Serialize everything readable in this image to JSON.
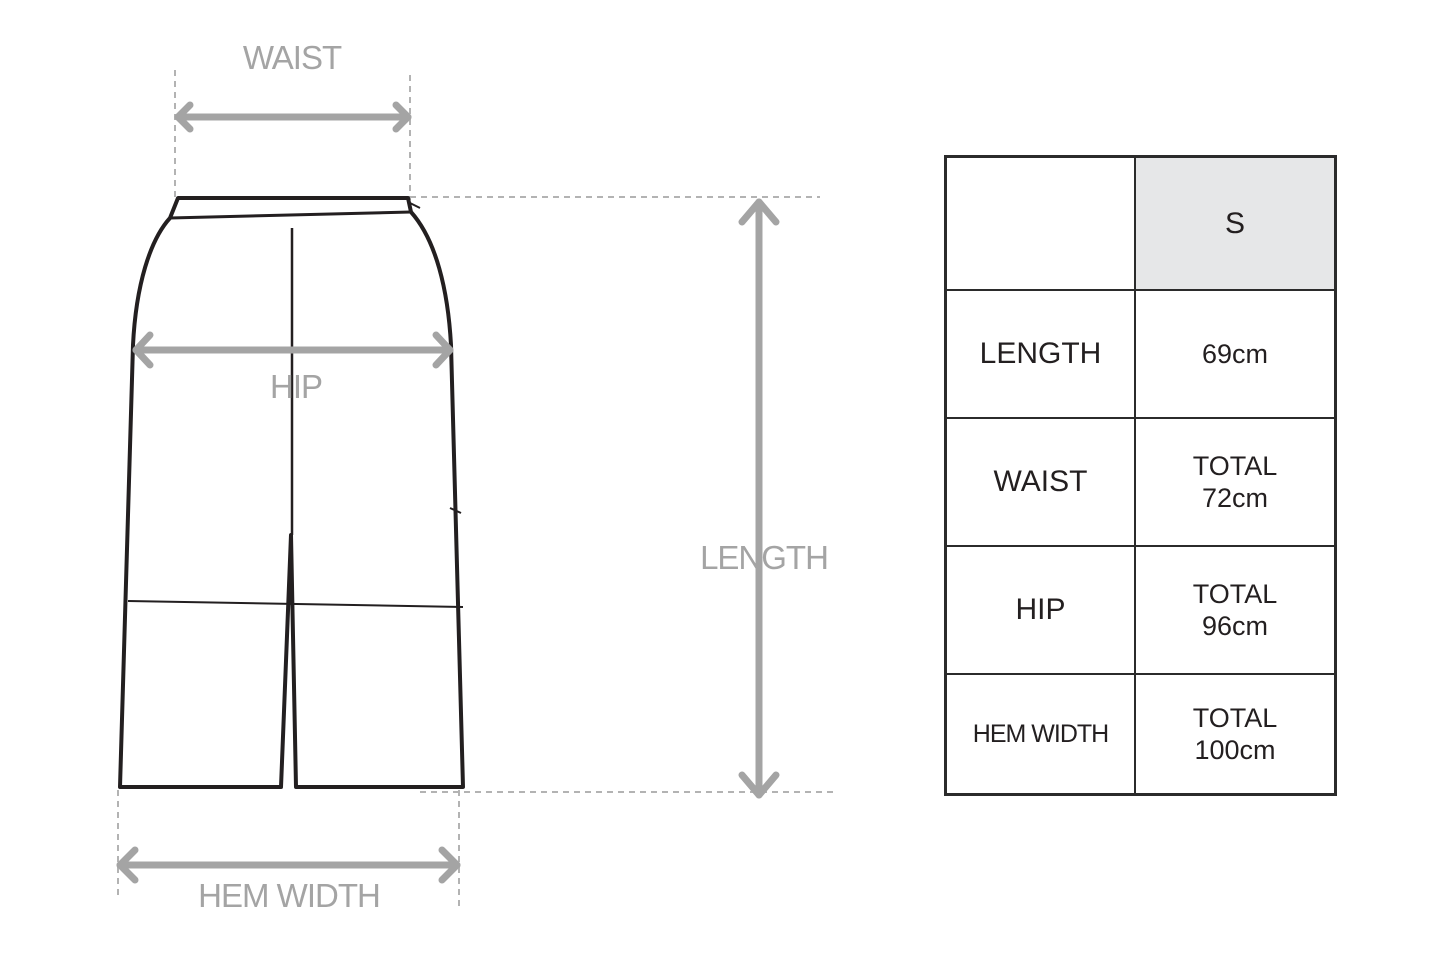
{
  "diagram": {
    "labels": {
      "waist": "WAIST",
      "hip": "HIP",
      "length": "LENGTH",
      "hem_width": "HEM WIDTH"
    },
    "colors": {
      "garment_outline": "#231f20",
      "measure_arrow": "#a4a4a4",
      "guide_line": "#b3b3b3"
    }
  },
  "size_table": {
    "header": [
      "",
      "S"
    ],
    "rows": [
      {
        "label": "LENGTH",
        "value_lines": [
          "69cm"
        ]
      },
      {
        "label": "WAIST",
        "value_lines": [
          "TOTAL",
          "72cm"
        ]
      },
      {
        "label": "HIP",
        "value_lines": [
          "TOTAL",
          "96cm"
        ]
      },
      {
        "label": "HEM WIDTH",
        "value_lines": [
          "TOTAL",
          "100cm"
        ]
      }
    ],
    "colors": {
      "header_fill": "#e6e7e8",
      "border": "#2b2b2b"
    }
  }
}
